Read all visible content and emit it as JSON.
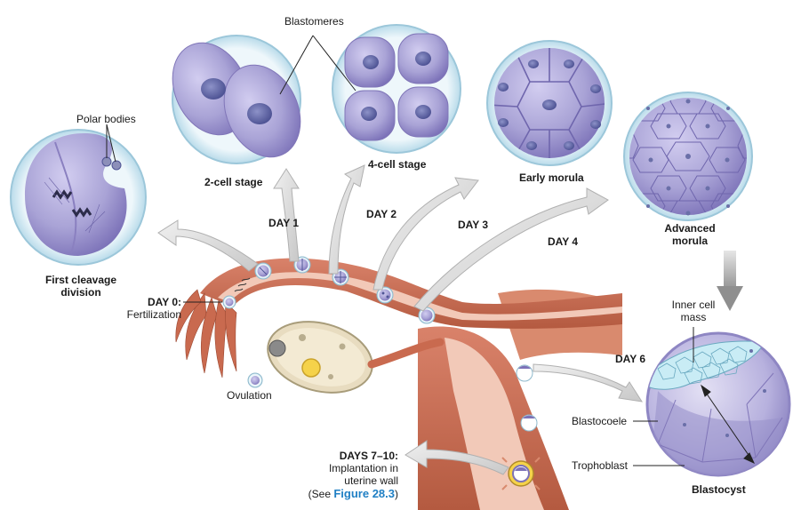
{
  "labels": {
    "blastomeres": "Blastomeres",
    "polar_bodies": "Polar bodies",
    "two_cell": "2-cell stage",
    "four_cell": "4-cell stage",
    "early_morula": "Early morula",
    "advanced_morula_1": "Advanced",
    "advanced_morula_2": "morula",
    "first_cleavage_1": "First cleavage",
    "first_cleavage_2": "division",
    "day1": "DAY 1",
    "day2": "DAY 2",
    "day3": "DAY 3",
    "day4": "DAY 4",
    "day0": "DAY 0:",
    "fertilization": "Fertilization",
    "ovulation": "Ovulation",
    "day6": "DAY 6",
    "inner_cell_mass_1": "Inner cell",
    "inner_cell_mass_2": "mass",
    "blastocoele": "Blastocoele",
    "trophoblast": "Trophoblast",
    "blastocyst": "Blastocyst",
    "days7_10": "DAYS 7–10:",
    "implantation_1": "Implantation in",
    "implantation_2": "uterine wall",
    "see_prefix": "(See ",
    "see_figure": "Figure 28.3",
    "see_suffix": ")"
  },
  "colors": {
    "cell_fill": "#a9a3d6",
    "cell_dark": "#7c72b8",
    "nucleus": "#5a5fa0",
    "zona": "#d6ecf5",
    "tube_muscle": "#c96a4f",
    "tube_lining": "#f2c9b8",
    "arrow_fill": "#dcdcdc",
    "figure_link": "#1f7fc4"
  }
}
